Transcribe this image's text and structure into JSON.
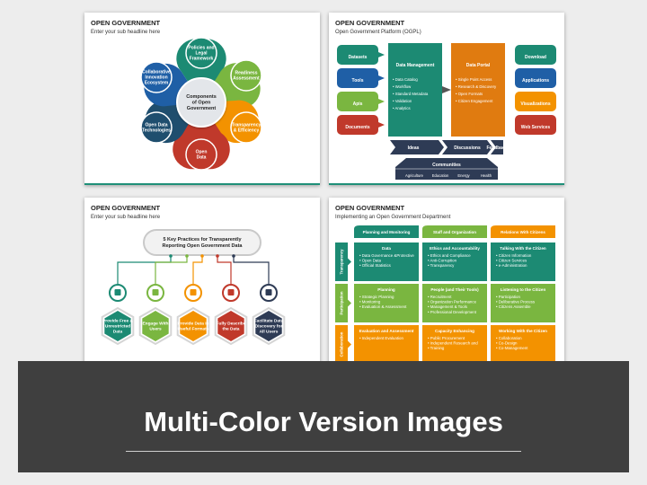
{
  "colors": {
    "teal": "#1c8a73",
    "blue": "#1f5fa6",
    "green": "#7ab640",
    "orange": "#f39200",
    "red": "#c0392b",
    "navy": "#2e3b55",
    "gray": "#cfd4db"
  },
  "slide1": {
    "title": "OPEN GOVERNMENT",
    "subtitle": "Enter your sub headline here",
    "center": [
      "Components",
      "of Open",
      "Government"
    ],
    "petals": [
      {
        "label": [
          "Policies and",
          "Legal",
          "Framework"
        ]
      },
      {
        "label": [
          "Readiness",
          "Assessment"
        ]
      },
      {
        "label": [
          "Transparency",
          "& Efficiency"
        ]
      },
      {
        "label": [
          "Open",
          "Data"
        ]
      },
      {
        "label": [
          "Open Data",
          "Technologies"
        ]
      },
      {
        "label": [
          "Collaborative",
          "Innovation",
          "Ecosystem"
        ]
      }
    ]
  },
  "slide2": {
    "title": "OPEN GOVERNMENT",
    "subtitle": "Open Government Platform (OGPL)",
    "left": [
      "Datasets",
      "Tools",
      "Apis",
      "Documents"
    ],
    "right": [
      "Download",
      "Applications",
      "Visualizations",
      "Web Services"
    ],
    "data_mgmt": {
      "title": "Data Management",
      "items": [
        "Data Catalog",
        "Workflow",
        "Standard Metadata",
        "Validation",
        "Analytics"
      ]
    },
    "data_portal": {
      "title": "Data Portal",
      "items": [
        "Single Point Access",
        "Research & Discovery",
        "Open Formats",
        "Citizen Engagement"
      ]
    },
    "flow": [
      "Ideas",
      "Discussions",
      "Feedback"
    ],
    "communities": {
      "title": "Communities",
      "items": [
        "Agriculture",
        "Education",
        "Energy",
        "Health"
      ]
    }
  },
  "slide3": {
    "title": "OPEN GOVERNMENT",
    "subtitle": "Enter your sub headline here",
    "header": [
      "5 Key Practices for Transparently",
      "Reporting Open Government Data"
    ],
    "items": [
      {
        "label": [
          "Provide Free &",
          "Unrestricted",
          "Data"
        ]
      },
      {
        "label": [
          "Engage With",
          "Users"
        ]
      },
      {
        "label": [
          "Provide Data in",
          "Useful Formats"
        ]
      },
      {
        "label": [
          "Fully Describe",
          "the Data"
        ]
      },
      {
        "label": [
          "Facilitate Data",
          "Discovery for",
          "All Users"
        ]
      }
    ]
  },
  "slide4": {
    "title": "OPEN GOVERNMENT",
    "subtitle": "Implementing an Open Government Department",
    "columns": [
      "Planning and Monitoring",
      "Staff and Organization",
      "Relations With Citizens"
    ],
    "rows": [
      "Transparency",
      "Participation",
      "Collaboration"
    ],
    "cells": [
      [
        {
          "t": "Data",
          "i": [
            "Data Governance &Protective",
            "Open Data",
            "Official Statistics"
          ]
        },
        {
          "t": "Ethics and Accountability",
          "i": [
            "Ethics and Compliance",
            "Anti-Corruption",
            "Transparency"
          ]
        },
        {
          "t": "Talking With the Citizen",
          "i": [
            "Citizen Information",
            "Citizen Services",
            "e-Administration"
          ]
        }
      ],
      [
        {
          "t": "Planning",
          "i": [
            "Strategic Planning",
            "Monitoring",
            "Evaluation & Assessment"
          ]
        },
        {
          "t": "People (and Their Tools)",
          "i": [
            "Recruitment",
            "Organization Performance",
            "Management & Tools",
            "Professional Development"
          ]
        },
        {
          "t": "Listening to the Citizen",
          "i": [
            "Participation",
            "Deliberative Process",
            "Citizens Assemble"
          ]
        }
      ],
      [
        {
          "t": "Evaluation and Assessment",
          "i": [
            "Independent Evaluation"
          ]
        },
        {
          "t": "Capacity Enhancing",
          "i": [
            "Public Procurement",
            "Independent Research and",
            "Training"
          ]
        },
        {
          "t": "Working With the Citizen",
          "i": [
            "Collaboration",
            "Co-Design",
            "Co-Management"
          ]
        }
      ]
    ]
  },
  "banner": {
    "title": "Multi-Color Version Images"
  }
}
